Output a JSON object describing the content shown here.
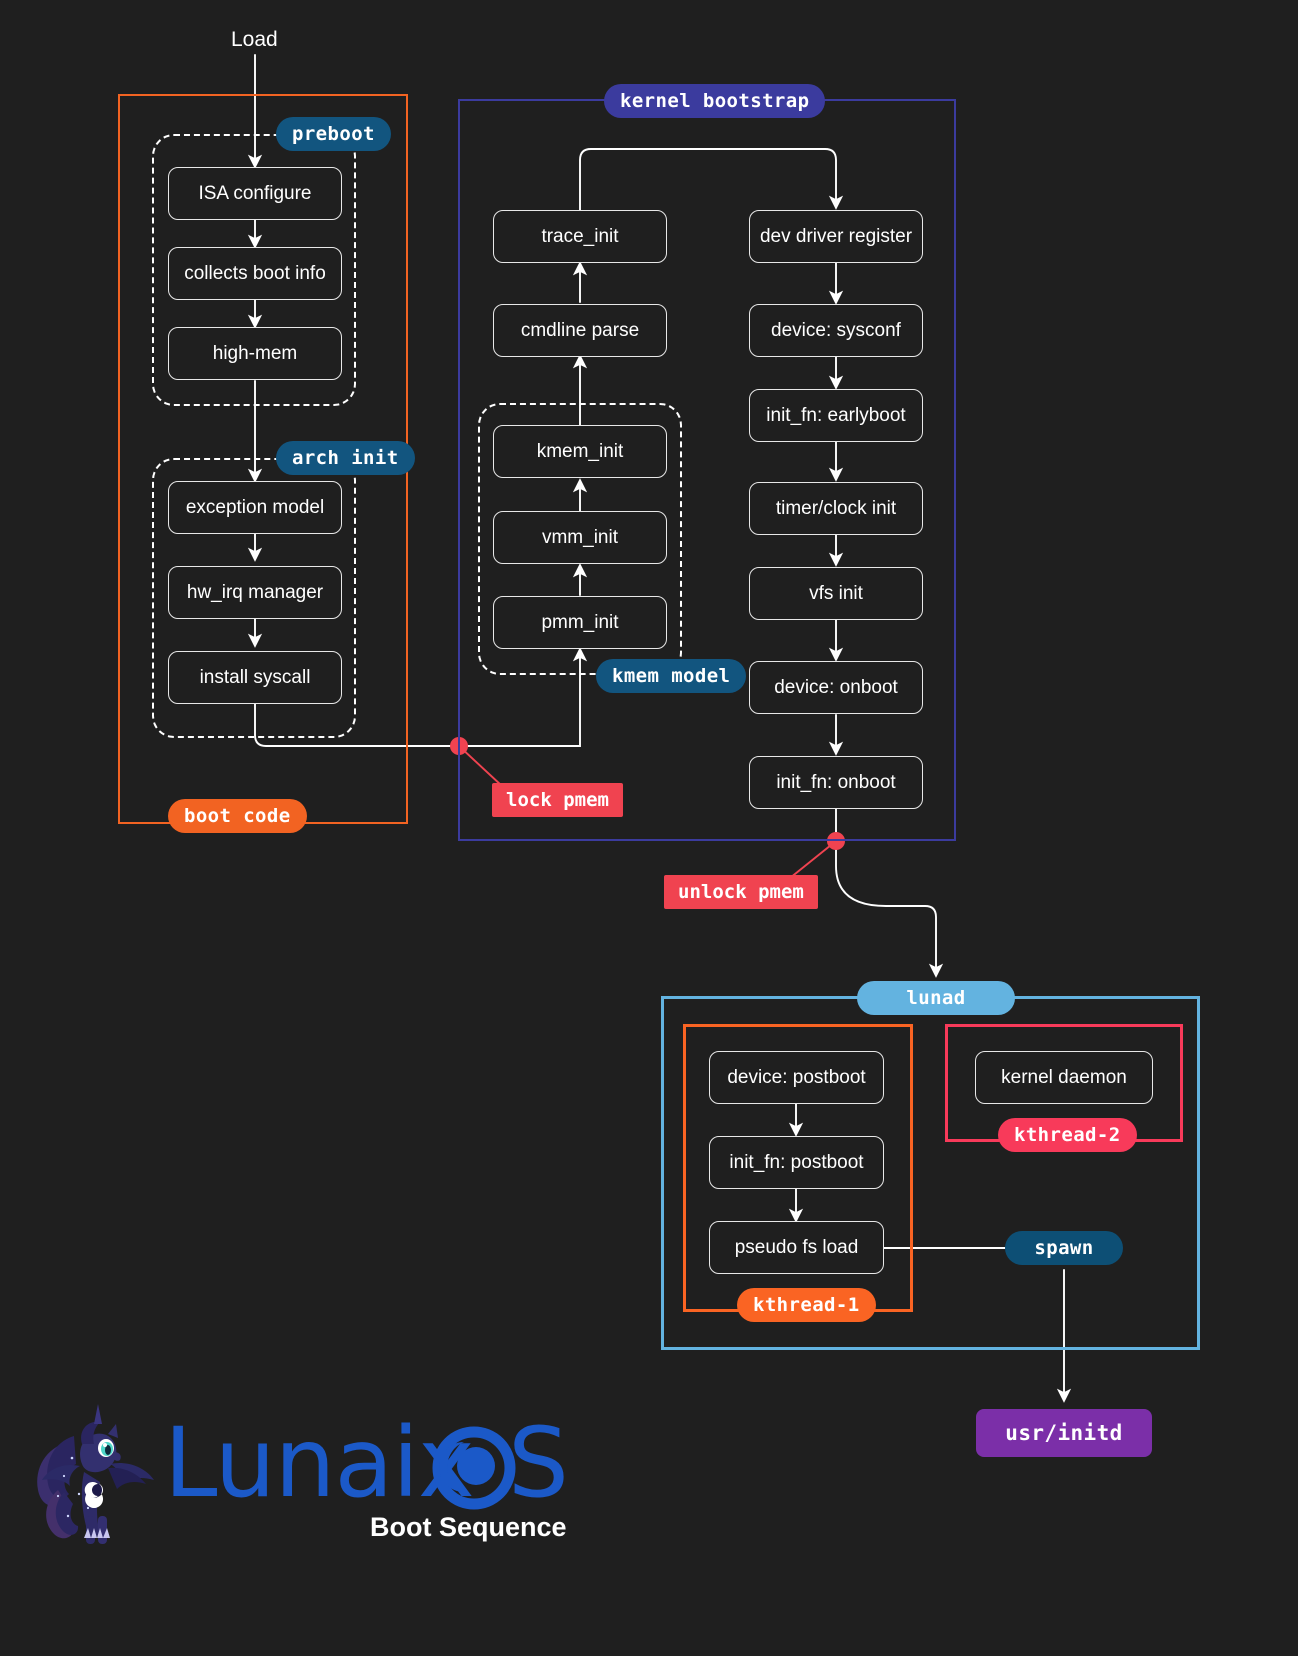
{
  "diagram": {
    "title": "Boot Sequence",
    "brand": "LunaixOS",
    "entry_label": "Load"
  },
  "colors": {
    "background": "#1f1f1f",
    "node_stroke": "#e8e8e8",
    "boot_code": "#f26322",
    "kernel_bootstrap": "#3b3b9e",
    "preboot_tag": "#12557f",
    "lock_pmem": "#f04350",
    "lunad": "#63b3e0",
    "kthread1": "#fa6423",
    "kthread2": "#f83a5a",
    "spawn": "#0d4f75",
    "usr_initd": "#7b2fa8",
    "logo_blue": "#1b59c8"
  },
  "groups": {
    "boot_code": {
      "label": "boot code",
      "subgroups": [
        {
          "label": "preboot",
          "nodes": [
            "ISA configure",
            "collects boot info",
            "high-mem"
          ]
        },
        {
          "label": "arch init",
          "nodes": [
            "exception model",
            "hw_irq manager",
            "install syscall"
          ]
        }
      ]
    },
    "kernel_bootstrap": {
      "label": "kernel bootstrap",
      "left_column": [
        "trace_init",
        "cmdline parse"
      ],
      "kmem_model": {
        "label": "kmem model",
        "nodes": [
          "kmem_init",
          "vmm_init",
          "pmm_init"
        ]
      },
      "right_column": [
        "dev driver register",
        "device: sysconf",
        "init_fn: earlyboot",
        "timer/clock init",
        "vfs init",
        "device: onboot",
        "init_fn: onboot"
      ]
    },
    "lunad": {
      "label": "lunad",
      "kthread1": {
        "label": "kthread-1",
        "nodes": [
          "device: postboot",
          "init_fn: postboot",
          "pseudo fs load"
        ]
      },
      "kthread2": {
        "label": "kthread-2",
        "nodes": [
          "kernel daemon"
        ]
      }
    }
  },
  "markers": {
    "lock_pmem": "lock pmem",
    "unlock_pmem": "unlock pmem",
    "spawn": "spawn",
    "usr_initd": "usr/initd"
  }
}
